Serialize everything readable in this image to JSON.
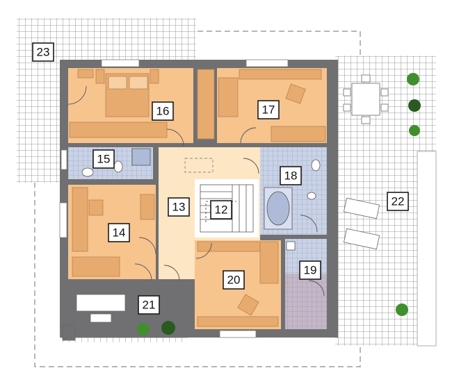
{
  "rooms": [
    {
      "id": "room-12",
      "label": "12"
    },
    {
      "id": "room-13",
      "label": "13"
    },
    {
      "id": "room-14",
      "label": "14"
    },
    {
      "id": "room-15",
      "label": "15"
    },
    {
      "id": "room-16",
      "label": "16"
    },
    {
      "id": "room-17",
      "label": "17"
    },
    {
      "id": "room-18",
      "label": "18"
    },
    {
      "id": "room-19",
      "label": "19"
    },
    {
      "id": "room-20",
      "label": "20"
    },
    {
      "id": "room-21",
      "label": "21"
    },
    {
      "id": "room-22",
      "label": "22"
    },
    {
      "id": "room-23",
      "label": "23"
    }
  ],
  "colors": {
    "wall": "#6e6e70",
    "room_floor": "#f7c48e",
    "hall_floor": "#fde7c4",
    "bath_floor": "#c4cde3",
    "furniture": "#e7ab6f",
    "tile_grid": "#777777",
    "plant": "#3f8f2c"
  }
}
